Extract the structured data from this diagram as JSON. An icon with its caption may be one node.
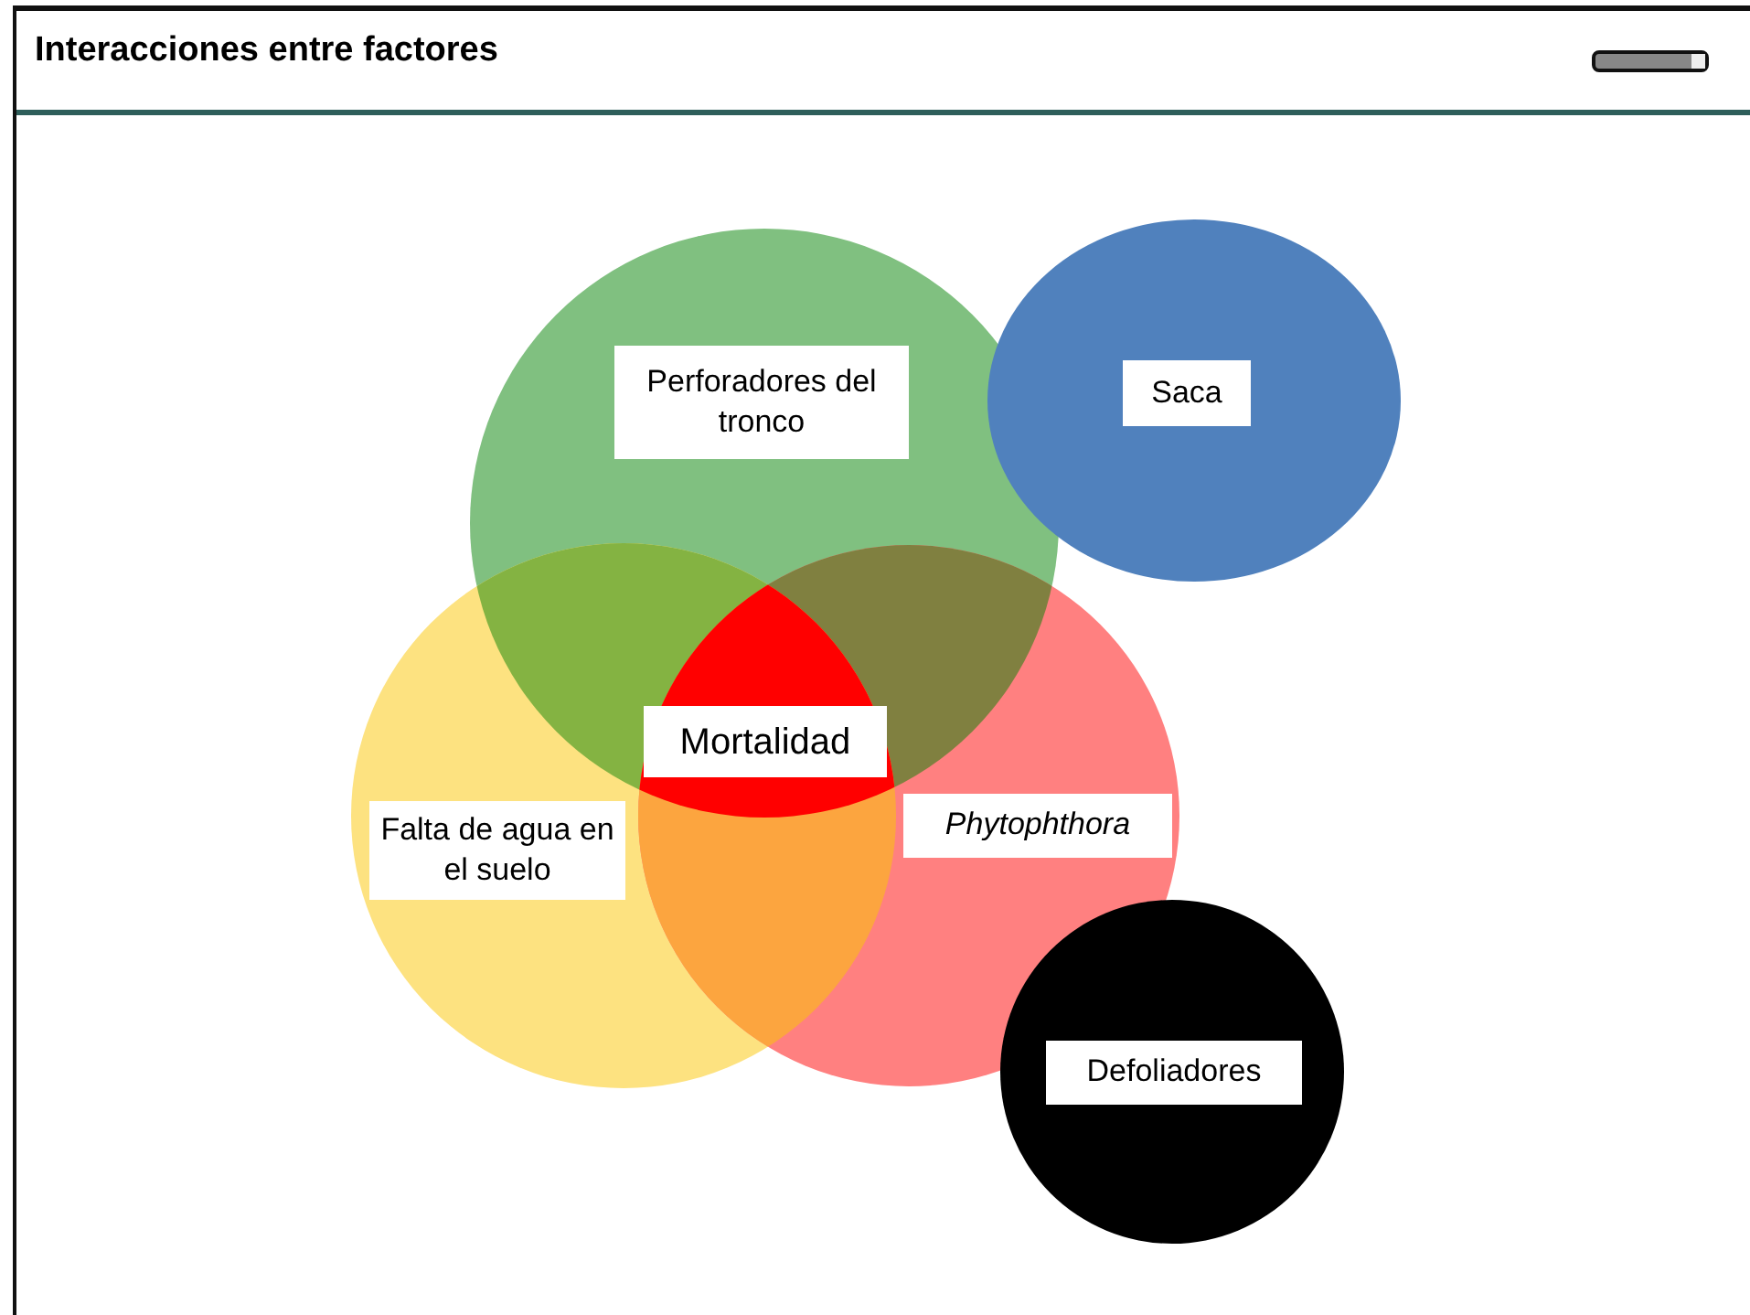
{
  "diagram": {
    "title": "Interacciones entre factores",
    "nodes": [
      {
        "text": [
          "Perforadores del tronco"
        ]
      },
      {
        "text": [
          "Saca"
        ]
      },
      {
        "text": [
          "Falta de agua en el suelo"
        ]
      },
      {
        "text": [
          "Phytophthora"
        ]
      },
      {
        "text": [
          "Mortalidad"
        ]
      },
      {
        "text": [
          "Defoliadores"
        ]
      }
    ],
    "edges": []
  }
}
